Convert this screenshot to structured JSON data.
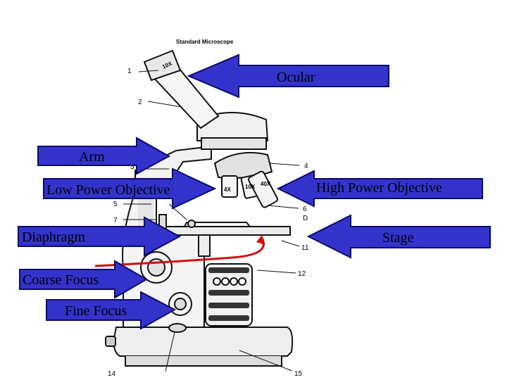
{
  "caption": "Standard Microscope",
  "labels": {
    "ocular": "Ocular",
    "arm": "Arm",
    "low_power": "Low Power Objective",
    "high_power": "High Power Objective",
    "diaphragm": "Diaphragm",
    "stage": "Stage",
    "coarse_focus": "Coarse Focus",
    "fine_focus": "Fine Focus"
  },
  "numbers": [
    "1",
    "2",
    "3",
    "4",
    "5",
    "6",
    "D",
    "7",
    "11",
    "12",
    "14",
    "15"
  ],
  "eyepiece_mark": "10X",
  "objective_marks": [
    "4X",
    "10X",
    "40X"
  ],
  "colors": {
    "arrow_fill": "#3333cc",
    "arrow_stroke": "#0a0a6e",
    "curve": "#d01010"
  }
}
